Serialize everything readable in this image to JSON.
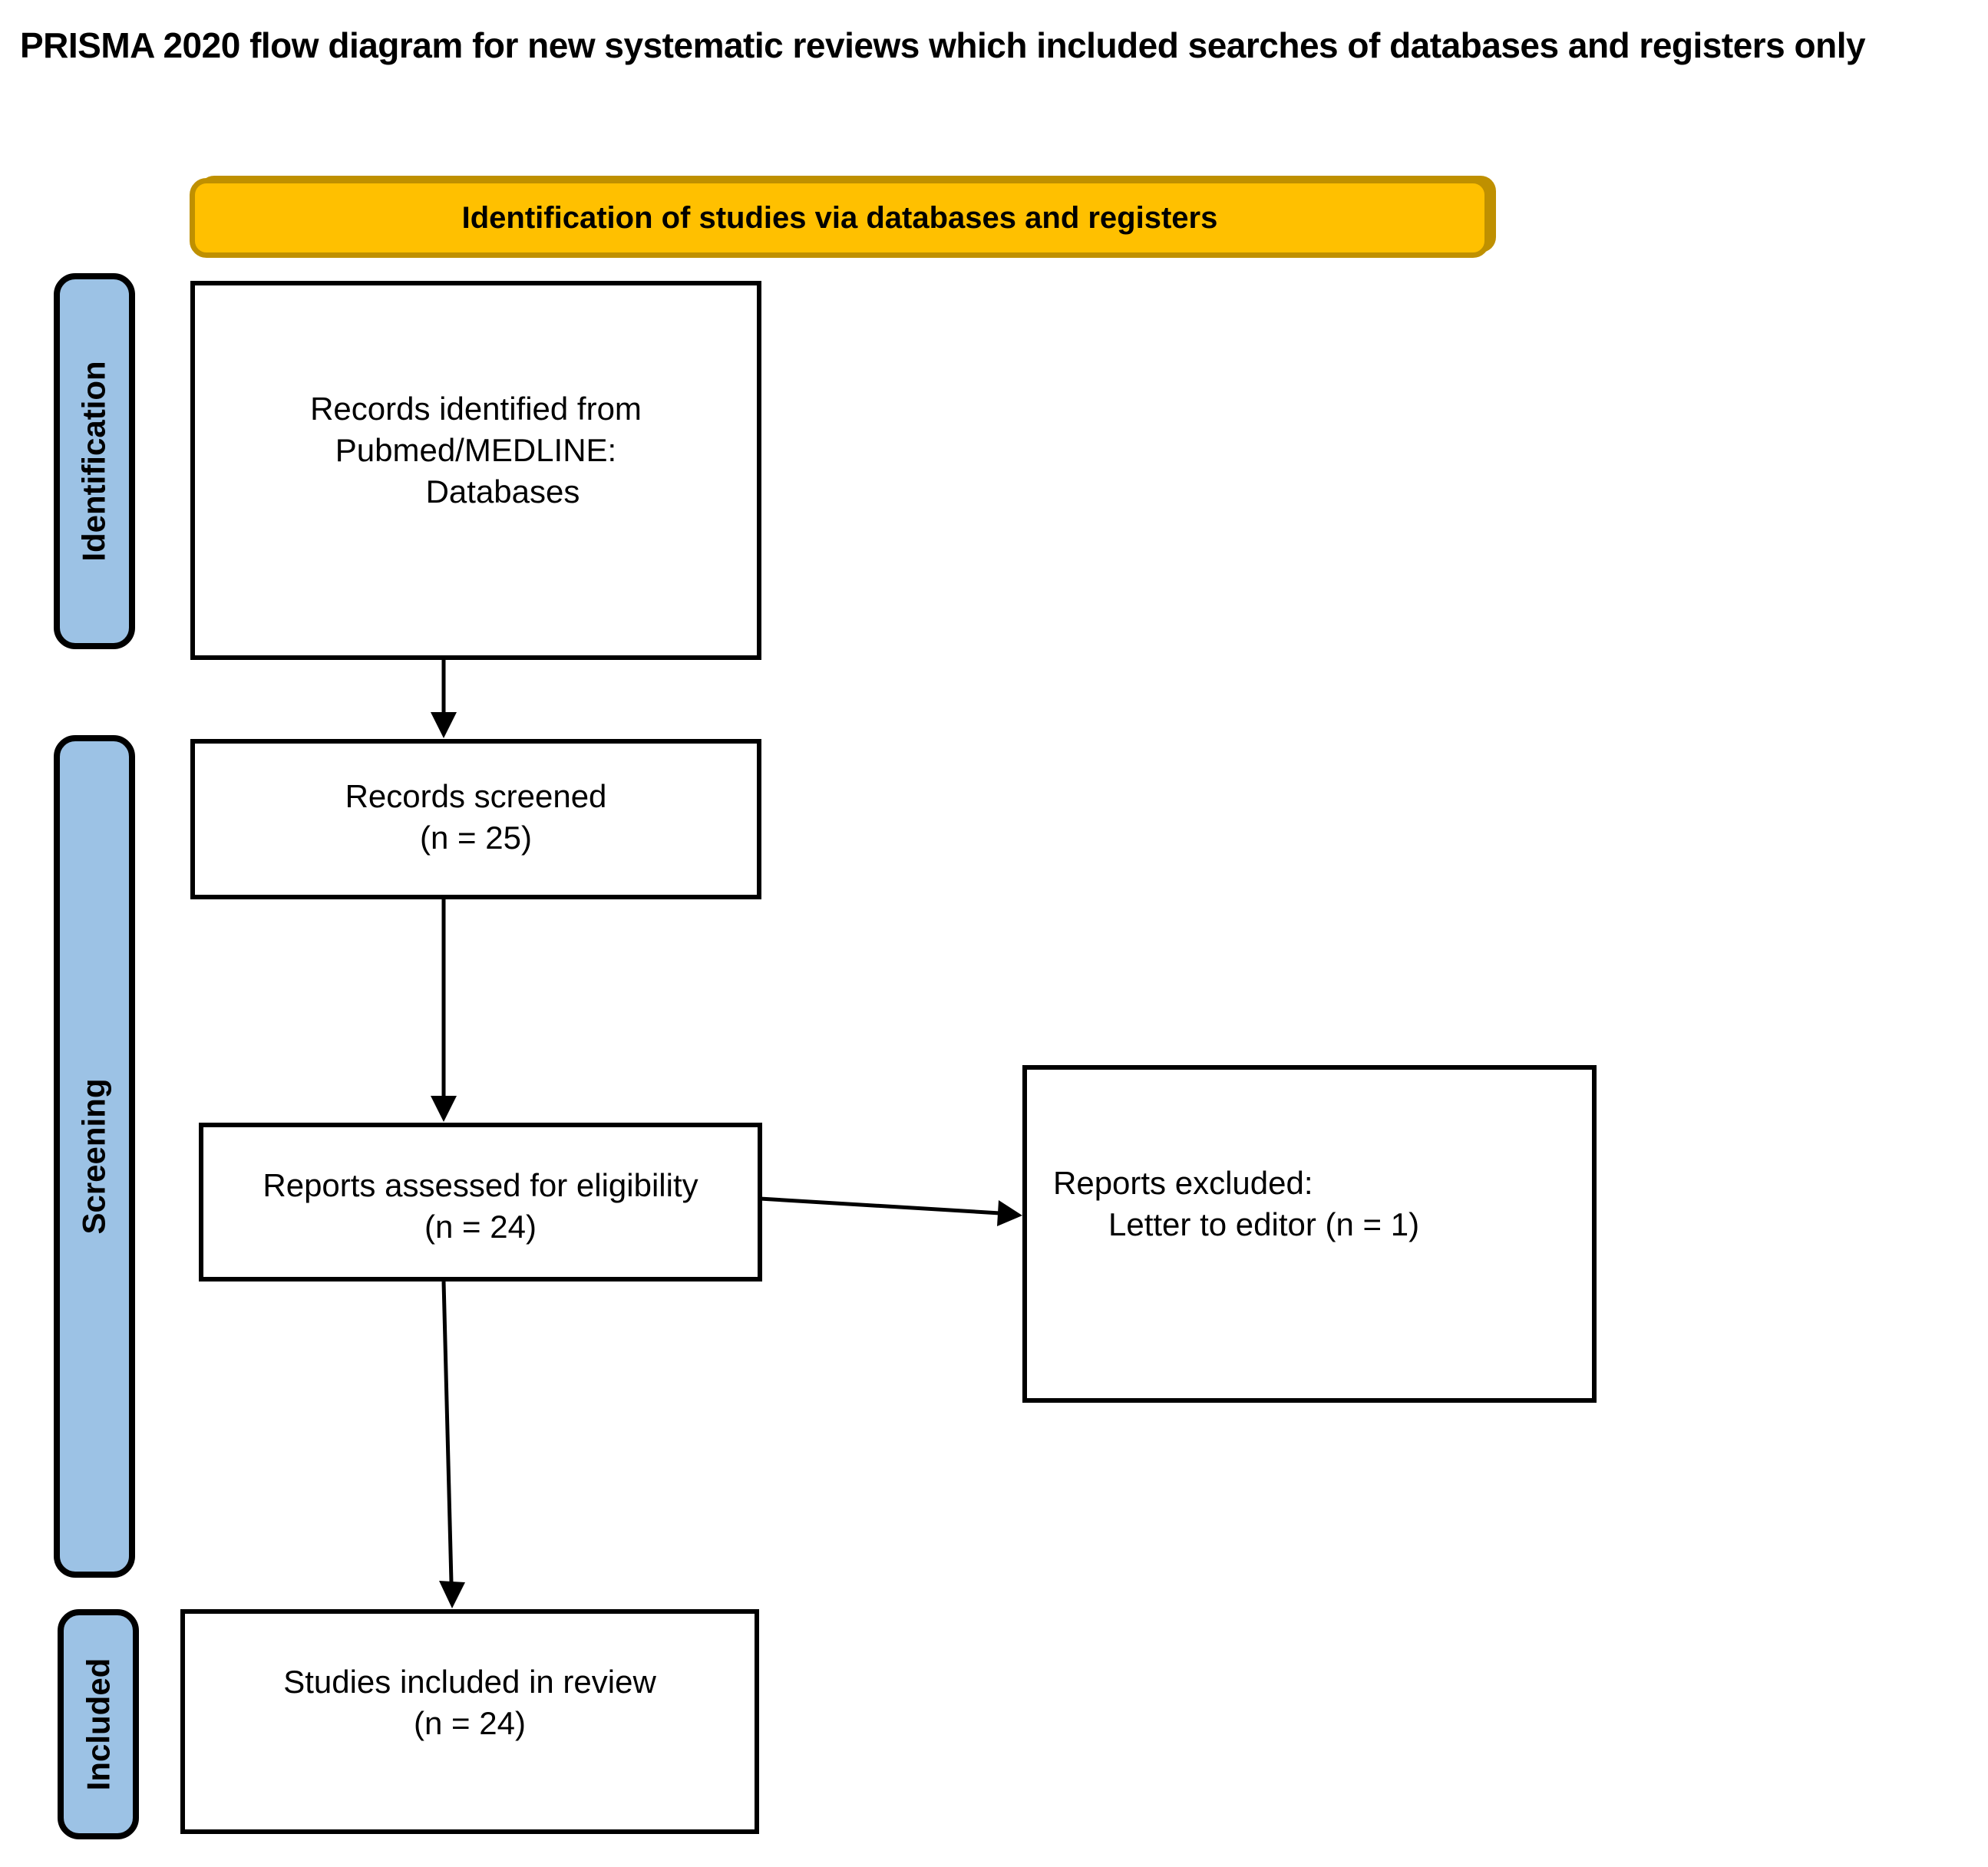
{
  "title": "PRISMA 2020 flow diagram for new systematic reviews which included searches of databases and registers only",
  "banner": {
    "label": "Identification of studies via databases and registers"
  },
  "sidebar": {
    "stages": [
      {
        "label": "Identification"
      },
      {
        "label": "Screening"
      },
      {
        "label": "Included"
      }
    ]
  },
  "boxes": {
    "records_identified": {
      "lines": [
        "Records identified from",
        "Pubmed/MEDLINE:",
        "Databases"
      ]
    },
    "records_screened": {
      "lines": [
        "Records screened",
        "(n = 25)"
      ]
    },
    "reports_assessed": {
      "lines": [
        "Reports assessed for eligibility",
        "(n = 24)"
      ]
    },
    "reports_excluded": {
      "lines": [
        "Reports excluded:",
        "Letter to editor (n = 1)"
      ]
    },
    "studies_included": {
      "lines": [
        "Studies included in review",
        "(n = 24)"
      ]
    }
  },
  "counts": {
    "records_screened": 25,
    "reports_assessed": 24,
    "reports_excluded_letter_to_editor": 1,
    "studies_included": 24
  },
  "colors": {
    "banner_fill": "#FFC000",
    "banner_border": "#BF9000",
    "stage_fill": "#9CC2E5",
    "line_color": "#000000",
    "text_color": "#000000",
    "page_background": "#FFFFFF"
  }
}
